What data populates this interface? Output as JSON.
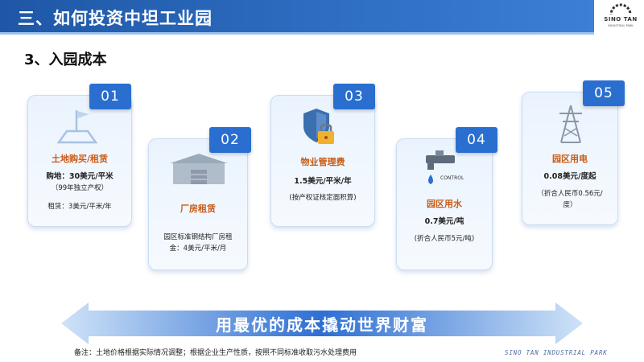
{
  "header": {
    "title": "三、如何投资中坦工业园"
  },
  "logo": {
    "text": "SINO TAN",
    "subtext": "INDUSTRIAL PARK"
  },
  "section": {
    "title": "3、入园成本"
  },
  "cards": [
    {
      "number": "01",
      "title": "土地购买/租赁",
      "lines": [
        "购地：30美元/平米",
        "（99年独立产权）",
        "租赁：3美元/平米/年"
      ],
      "icon": "land-flag-icon"
    },
    {
      "number": "02",
      "title": "厂房租赁",
      "lines": [
        "园区标准钢结构厂房租",
        "金：4美元/平米/月"
      ],
      "icon": "factory-icon"
    },
    {
      "number": "03",
      "title": "物业管理费",
      "lines": [
        "1.5美元/平米/年",
        "(按产权证核定面积算)"
      ],
      "icon": "shield-lock-icon"
    },
    {
      "number": "04",
      "title": "园区用水",
      "lines": [
        "0.7美元/吨",
        "(折合人民币5元/吨)"
      ],
      "icon": "water-faucet-icon",
      "icon_label": "CONTROL"
    },
    {
      "number": "05",
      "title": "园区用电",
      "lines": [
        "0.08美元/度起",
        "（折合人民币0.56元/",
        "度）"
      ],
      "icon": "power-tower-icon"
    }
  ],
  "slogan": {
    "text": "用最优的成本撬动世界财富"
  },
  "footnote": {
    "text": "备注：土地价格根据实际情况调整；根据企业生产性质，按照不同标准收取污水处理费用"
  },
  "footer": {
    "brand": "SINO TAN INDUSTRIAL PARK"
  },
  "colors": {
    "header": "#2a63b5",
    "badge": "#2a6fd0",
    "title_accent": "#c95b16",
    "card_bg": "#eef5fd"
  }
}
